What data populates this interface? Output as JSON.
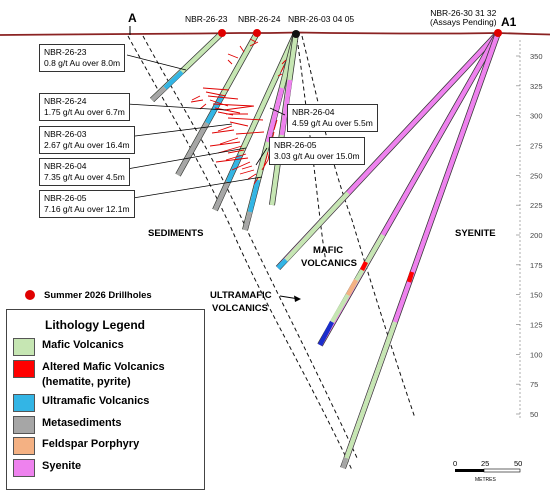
{
  "section": {
    "start_label": "A",
    "end_label": "A1"
  },
  "drillholes": [
    {
      "id": "NBR-26-23"
    },
    {
      "id": "NBR-26-24"
    },
    {
      "id": "NBR-26-03 04 05"
    },
    {
      "id": "NBR-26-30 31 32",
      "note": "(Assays Pending)"
    }
  ],
  "intercepts": [
    {
      "hole": "NBR-26-23",
      "text": "0.8 g/t Au over 8.0m"
    },
    {
      "hole": "NBR-26-24",
      "text": "1.75 g/t Au over 6.7m"
    },
    {
      "hole": "NBR-26-03",
      "text": "2.67 g/t Au over 16.4m"
    },
    {
      "hole": "NBR-26-04",
      "text": "7.35 g/t Au over 4.5m"
    },
    {
      "hole": "NBR-26-05",
      "text": "7.16 g/t Au over 12.1m"
    },
    {
      "hole": "NBR-26-04",
      "text": "4.59 g/t Au over 5.5m"
    },
    {
      "hole": "NBR-26-05",
      "text": "3.03 g/t Au over 15.0m"
    }
  ],
  "units": {
    "sediments": "SEDIMENTS",
    "mafic_line1": "MAFIC",
    "mafic_line2": "VOLCANICS",
    "syenite": "SYENITE",
    "ultramafic_line1": "ULTRAMAFIC",
    "ultramafic_line2": "VOLCANICS"
  },
  "elevation_axis": [
    350,
    325,
    300,
    275,
    250,
    225,
    200,
    175,
    150,
    125,
    100,
    75,
    50
  ],
  "scale_bar": {
    "ticks": [
      "0",
      "25",
      "50"
    ],
    "unit": "METRES"
  },
  "marker_legend": "Summer 2026 Drillholes",
  "legend": {
    "title": "Lithology Legend",
    "items": [
      {
        "label": "Mafic Volcanics",
        "color": "#c6e6b3"
      },
      {
        "label": "Altered Mafic Volcanics",
        "label2": "(hematite, pyrite)",
        "color": "#ff0000"
      },
      {
        "label": "Ultramafic Volcanics",
        "color": "#33b5e5"
      },
      {
        "label": "Metasediments",
        "color": "#a6a6a6"
      },
      {
        "label": "Feldspar Porphyry",
        "color": "#f4b183"
      },
      {
        "label": "Syenite",
        "color": "#ee82ee"
      }
    ]
  },
  "colors": {
    "mafic": "#c6e6b3",
    "altered": "#ff0000",
    "ultramafic": "#33b5e5",
    "metasediment": "#a6a6a6",
    "syenite": "#ee82ee",
    "collar": "#e00000",
    "topography": "#8b2323"
  }
}
